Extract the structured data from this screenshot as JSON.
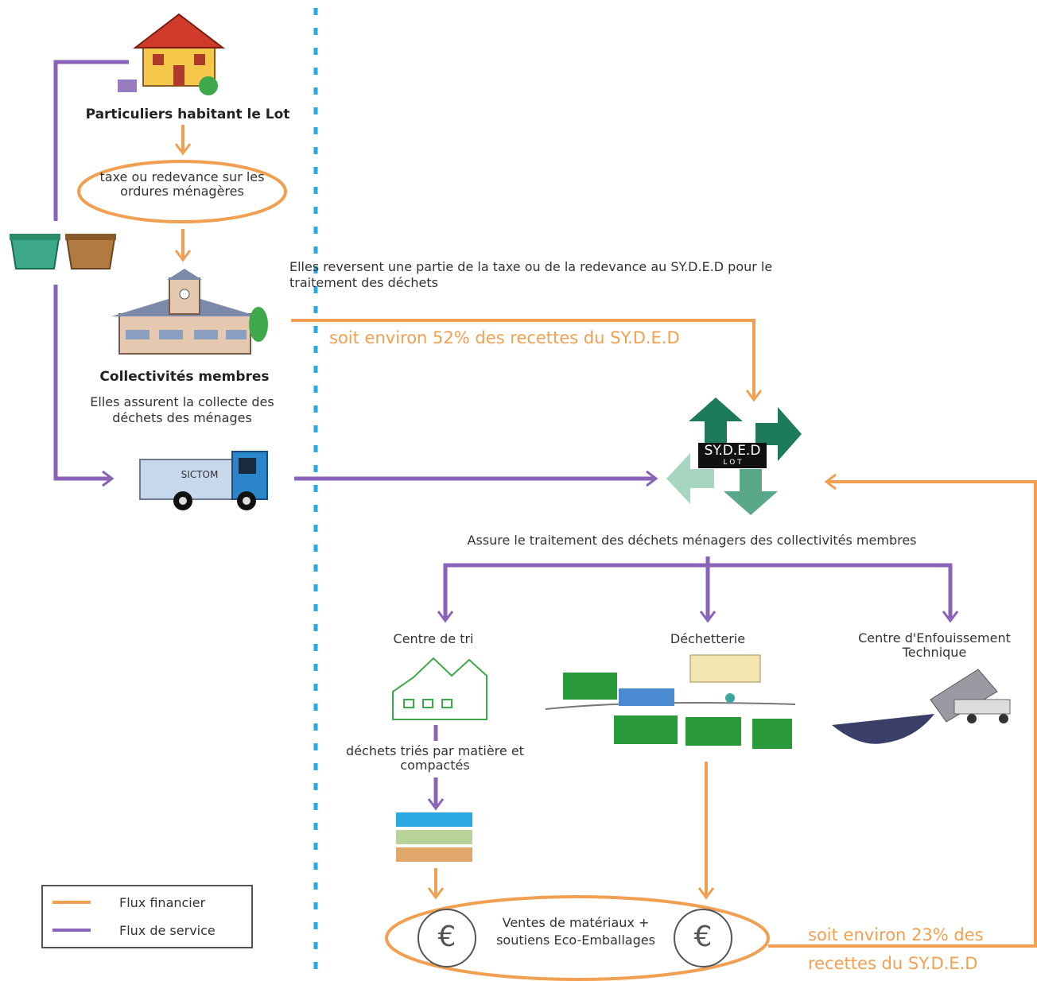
{
  "colors": {
    "financial": "#f0a050",
    "service": "#8a62b8",
    "divider": "#29a9e0",
    "syded_green_dark": "#1e7a5c",
    "syded_green_mid": "#4a9a7a",
    "syded_green_light": "#a7d6c0"
  },
  "nodes": {
    "particuliers": "Particuliers habitant le Lot",
    "taxe": "taxe ou redevance sur les ordures ménagères",
    "collectivites": "Collectivités membres",
    "collectivites_desc": "Elles assurent la collecte des déchets des ménages",
    "truck_label": "SICTOM",
    "reversent": "Elles reversent une partie de la taxe ou de la redevance au SY.D.E.D pour le traitement des déchets",
    "pct52": "soit environ 52% des recettes du SY.D.E.D",
    "syded_logo": "SY.D.E.D",
    "syded_logo_sub": "L O T",
    "assure": "Assure le traitement des déchets ménagers des collectivités membres",
    "centre_tri": "Centre de tri",
    "dechetterie": "Déchetterie",
    "cet": "Centre d'Enfouissement Technique",
    "dechets_tries": "déchets triés par matière et compactés",
    "ventes": "Ventes de matériaux + soutiens Eco-Emballages",
    "pct23": "soit environ 23% des recettes du SY.D.E.D",
    "euro": "€"
  },
  "legend": [
    {
      "label": "Flux financier",
      "type": "financial"
    },
    {
      "label": "Flux de service",
      "type": "service"
    }
  ]
}
